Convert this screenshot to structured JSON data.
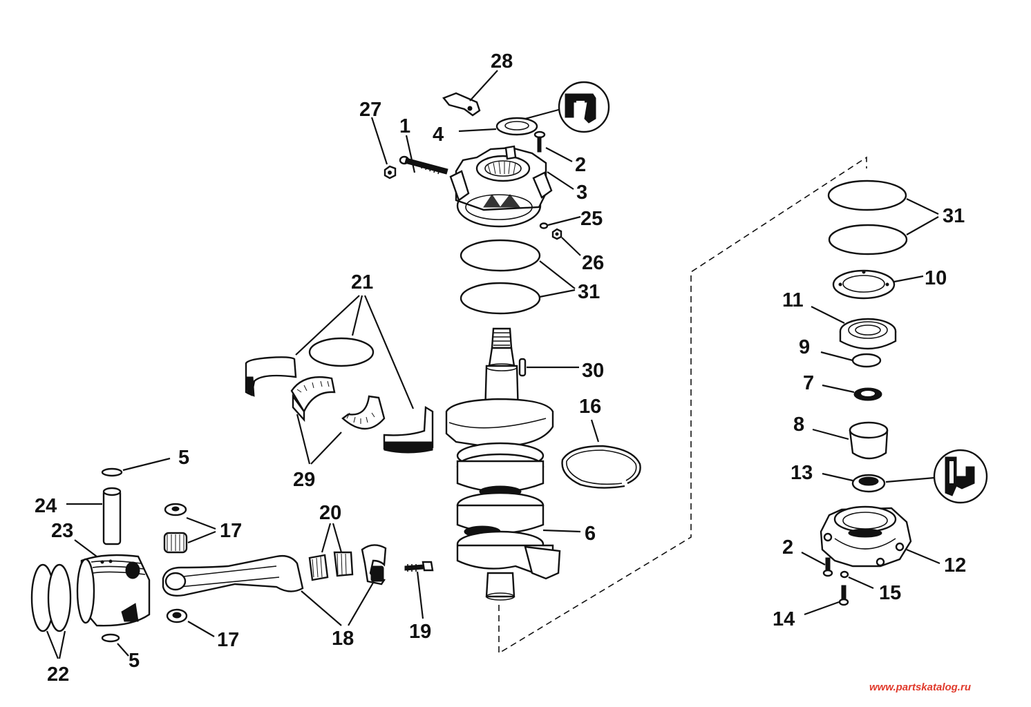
{
  "diagram": {
    "callouts": {
      "c28": "28",
      "c27": "27",
      "c1": "1",
      "c4": "4",
      "c2a": "2",
      "c3": "3",
      "c25": "25",
      "c26": "26",
      "c31a": "31",
      "c21": "21",
      "c30": "30",
      "c16": "16",
      "c5a": "5",
      "c24": "24",
      "c23": "23",
      "c29": "29",
      "c17a": "17",
      "c20": "20",
      "c6": "6",
      "c17b": "17",
      "c18": "18",
      "c19": "19",
      "c5b": "5",
      "c22": "22",
      "c31b": "31",
      "c10": "10",
      "c11": "11",
      "c9": "9",
      "c7": "7",
      "c8": "8",
      "c13": "13",
      "c2b": "2",
      "c12": "12",
      "c15": "15",
      "c14": "14"
    },
    "watermark": "www.partskatalog.ru",
    "colors": {
      "ink": "#111111",
      "watermark": "#e03a2c",
      "background": "#ffffff"
    }
  }
}
